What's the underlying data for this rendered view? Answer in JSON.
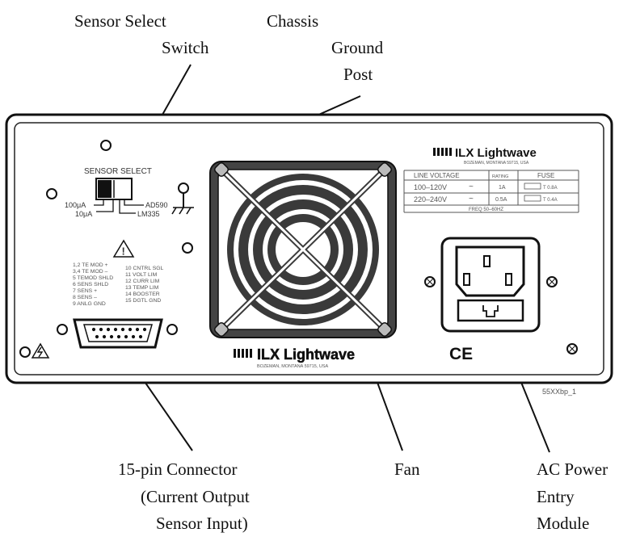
{
  "callouts": {
    "sensor_select": [
      "Sensor Select",
      "Switch"
    ],
    "chassis_ground": [
      "Chassis",
      "Ground",
      "Post"
    ],
    "connector": [
      "15-pin Connector",
      "(Current Output",
      "Sensor Input)"
    ],
    "fan": [
      "Fan"
    ],
    "ac_power": [
      "AC Power",
      "Entry",
      "Module"
    ]
  },
  "panel": {
    "sensor_select_label": "SENSOR SELECT",
    "switch_left_top": "100μA",
    "switch_left_bottom": "10μA",
    "switch_right_top": "AD590",
    "switch_right_bottom": "LM335",
    "pinout_left": [
      "1,2 TE MOD +",
      "3,4 TE MOD –",
      "5 TEMOD SHLD",
      "6 SENS SHLD",
      "7 SENS +",
      "8 SENS –",
      "9 ANLG GND"
    ],
    "pinout_right": [
      "10 CNTRL SGL",
      "11 VOLT LIM",
      "12 CURR LIM",
      "13 TEMP LIM",
      "14 BOOSTER",
      "15 DGTL GND"
    ],
    "brand": "ILX Lightwave",
    "brand_location": "BOZEMAN, MONTANA 59715, USA",
    "spec_table": {
      "headers": [
        "LINE VOLTAGE",
        "RATING",
        "FUSE"
      ],
      "rows": [
        [
          "100–120V",
          "1A",
          "T 0.8A"
        ],
        [
          "220–240V",
          "0.5A",
          "T 0.4A"
        ]
      ],
      "footer": "FREQ 50–60HZ"
    },
    "ce_mark": "CE",
    "image_code": "55XXbp_1"
  },
  "colors": {
    "ink": "#1a1a1a",
    "panel_fill": "#ffffff",
    "fan_gray": "#3a3a3a"
  }
}
